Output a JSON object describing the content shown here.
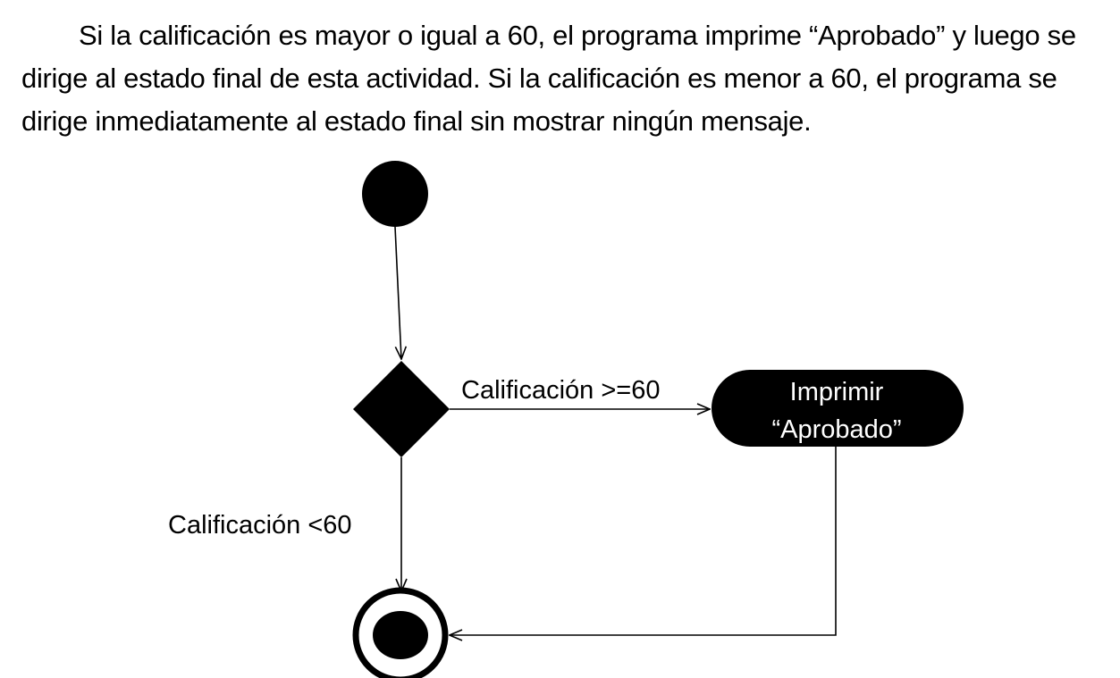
{
  "description": {
    "text": "Si la calificación es mayor o igual a 60, el programa imprime “Aprobado”  y luego se dirige al estado final de esta actividad. Si la calificación es menor a 60, el programa se dirige inmediatamente al estado final sin mostrar ningún mensaje."
  },
  "diagram": {
    "guard_pass": "Calificación >=60",
    "guard_fail": "Calificación <60",
    "action": {
      "line1": "Imprimir",
      "line2": "“Aprobado”"
    }
  },
  "colors": {
    "node_fill": "#000000",
    "action_text": "#ffffff",
    "background": "#ffffff"
  }
}
